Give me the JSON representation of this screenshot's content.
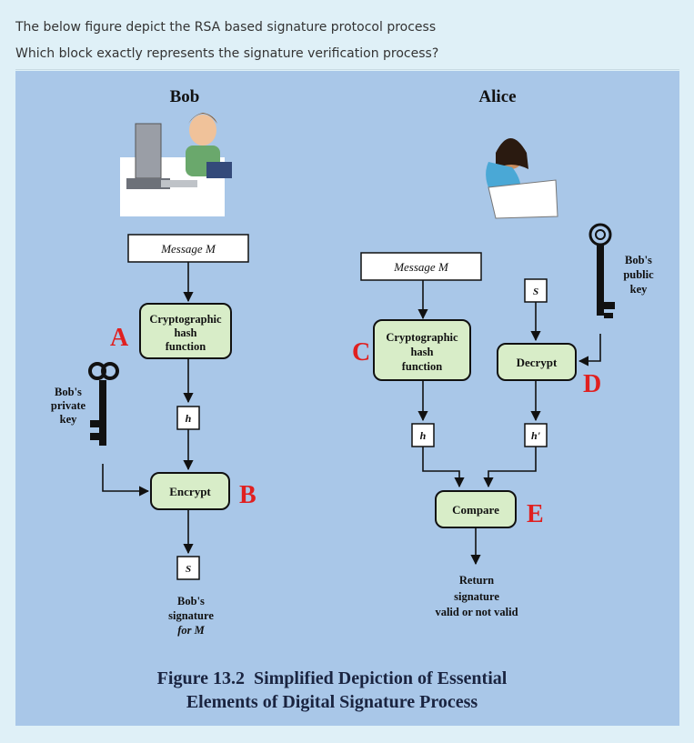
{
  "question": {
    "line1": "The below figure depict the RSA based signature protocol process",
    "line2": "Which block exactly represents the signature verification process?"
  },
  "figure": {
    "bob_title": "Bob",
    "alice_title": "Alice",
    "bob_side": {
      "message": "Message M",
      "hash_line1": "Cryptographic",
      "hash_line2": "hash",
      "hash_line3": "function",
      "h_box": "h",
      "key_line1": "Bob's",
      "key_line2": "private",
      "key_line3": "key",
      "encrypt": "Encrypt",
      "s_box": "S",
      "sig_line1": "Bob's",
      "sig_line2": "signature",
      "sig_line3": "for M"
    },
    "alice_side": {
      "message": "Message M",
      "s_box": "S",
      "key_line1": "Bob's",
      "key_line2": "public",
      "key_line3": "key",
      "hash_line1": "Cryptographic",
      "hash_line2": "hash",
      "hash_line3": "function",
      "decrypt": "Decrypt",
      "h_box": "h",
      "h_prime_box": "h'",
      "compare": "Compare",
      "result_line1": "Return",
      "result_line2": "signature",
      "result_line3": "valid or not valid"
    },
    "labels": {
      "a": "A",
      "b": "B",
      "c": "C",
      "d": "D",
      "e": "E"
    },
    "caption_line1": "Figure 13.2  Simplified Depiction of Essential",
    "caption_line2": "Elements of Digital Signature Process"
  },
  "colors": {
    "page_bg": "#dff0f7",
    "figure_bg": "#a9c7e8",
    "block_fill": "#d8edc8",
    "label_red": "#e02020"
  }
}
